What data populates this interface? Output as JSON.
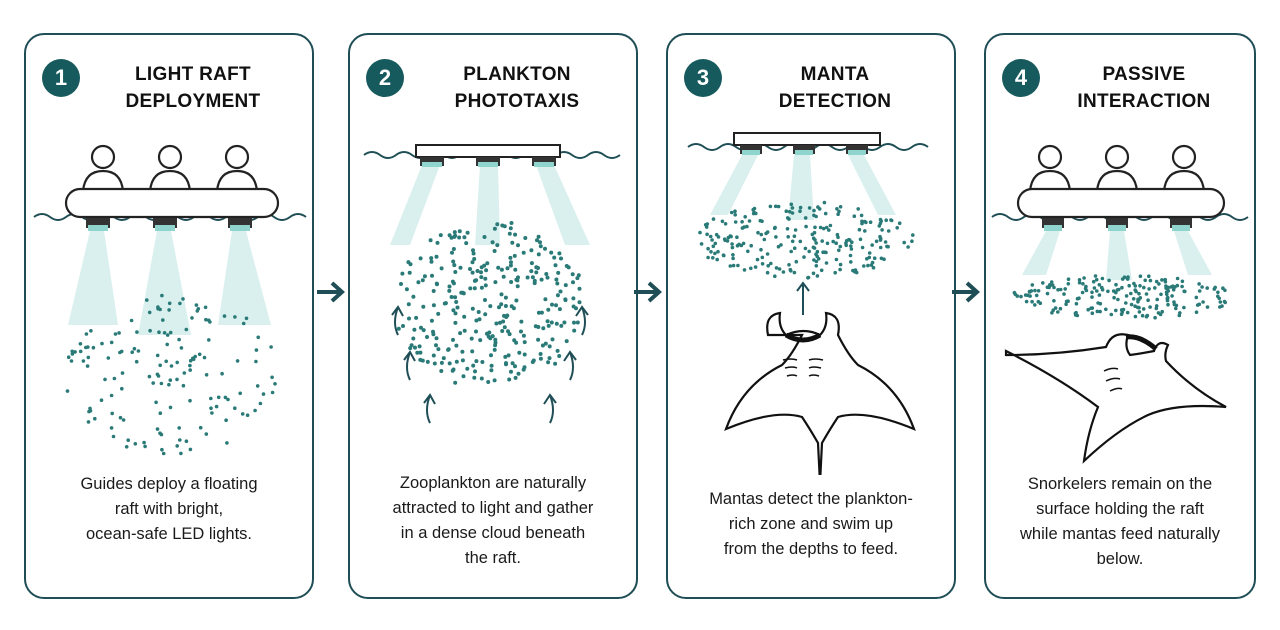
{
  "colors": {
    "border": "#1f4e56",
    "badge": "#175a5d",
    "accent": "#2b8c89",
    "plankton": "#2a7a78",
    "light_beam": "#6fc3bd"
  },
  "steps": [
    {
      "number": "1",
      "title_lines": [
        "LIGHT RAFT",
        "DEPLOYMENT"
      ],
      "desc_lines": [
        "Guides deploy a floating",
        "raft with bright,",
        "ocean-safe LED lights."
      ]
    },
    {
      "number": "2",
      "title_lines": [
        "PLANKTON",
        "PHOTOTAXIS"
      ],
      "desc_lines": [
        "Zooplankton are naturally",
        "attracted to light and gather",
        "in a dense cloud beneath",
        "the raft."
      ]
    },
    {
      "number": "3",
      "title_lines": [
        "MANTA",
        "DETECTION"
      ],
      "desc_lines": [
        "Mantas detect the plankton-",
        "rich zone and swim up",
        "from the depths to feed."
      ]
    },
    {
      "number": "4",
      "title_lines": [
        "PASSIVE",
        "INTERACTION"
      ],
      "desc_lines": [
        "Snorkelers remain on the",
        "surface holding the raft",
        "while mantas feed naturally",
        "below."
      ]
    }
  ],
  "icons": {
    "flow_arrow": "right-arrow-icon",
    "raft": "raft-with-snorkelers-icon",
    "light_bar": "led-light-bar-icon",
    "manta": "manta-ray-icon",
    "plankton": "plankton-cloud-icon"
  }
}
